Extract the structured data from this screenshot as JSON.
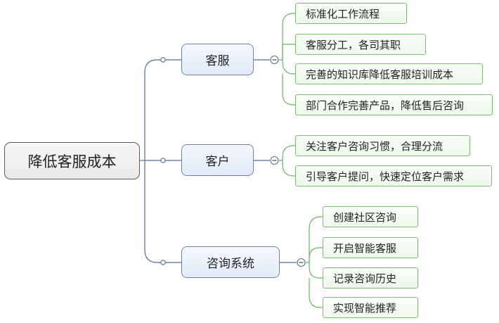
{
  "root": {
    "label": "降低客服成本"
  },
  "branches": [
    {
      "label": "客服",
      "children": [
        "标准化工作流程",
        "客服分工，各司其职",
        "完善的知识库降低客服培训成本",
        "部门合作完善产品，降低售后咨询"
      ]
    },
    {
      "label": "客户",
      "children": [
        "关注客户咨询习惯，合理分流",
        "引导客户提问，快速定位客户需求"
      ]
    },
    {
      "label": "咨询系统",
      "children": [
        "创建社区咨询",
        "开启智能客服",
        "记录咨询历史",
        "实现智能推荐"
      ]
    }
  ],
  "colors": {
    "root_border": "#5a5a5a",
    "branch_border": "#6f86a6",
    "branch_link": "#4f6f9f",
    "leaf_border": "#7fbf73",
    "leaf_link": "#6fb565"
  }
}
